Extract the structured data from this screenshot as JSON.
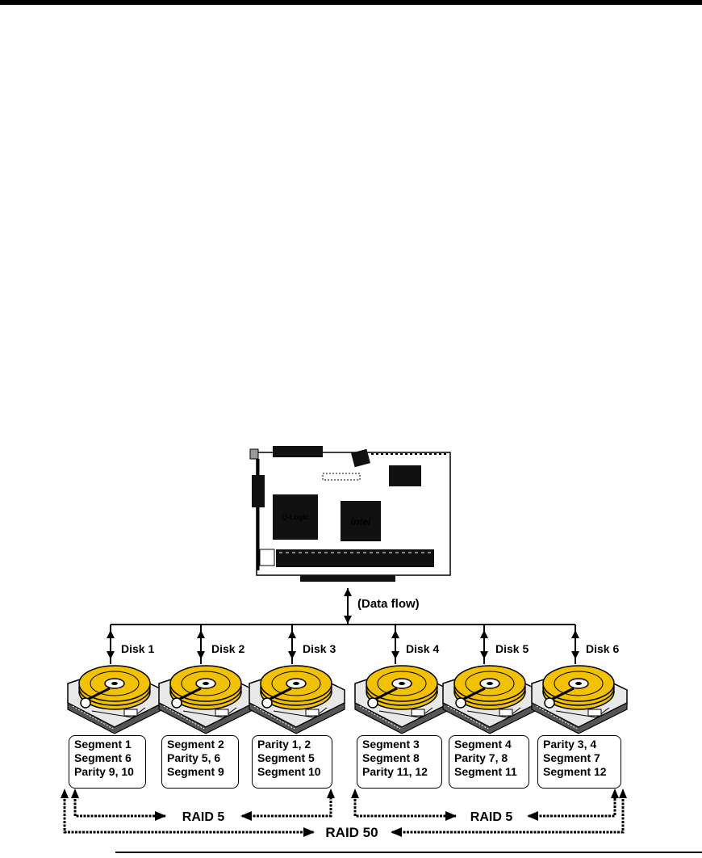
{
  "diagram": {
    "controller": {
      "chip_left_label": "Q-Logic",
      "chip_right_label": "intel"
    },
    "data_flow_label": "(Data flow)",
    "disks": [
      {
        "label": "Disk 1",
        "lines": [
          "Segment 1",
          "Segment 6",
          "Parity 9, 10"
        ]
      },
      {
        "label": "Disk 2",
        "lines": [
          "Segment 2",
          "Parity 5, 6",
          "Segment 9"
        ]
      },
      {
        "label": "Disk 3",
        "lines": [
          "Parity 1, 2",
          "Segment 5",
          "Segment 10"
        ]
      },
      {
        "label": "Disk 4",
        "lines": [
          "Segment 3",
          "Segment 8",
          "Parity 11, 12"
        ]
      },
      {
        "label": "Disk 5",
        "lines": [
          "Segment 4",
          "Parity 7, 8",
          "Segment 11"
        ]
      },
      {
        "label": "Disk 6",
        "lines": [
          "Parity 3, 4",
          "Segment 7",
          "Segment 12"
        ]
      }
    ],
    "raid5_left_label": "RAID 5",
    "raid5_right_label": "RAID 5",
    "raid50_label": "RAID 50",
    "colors": {
      "platter": "#f2c200",
      "line": "#000000",
      "background": "#ffffff"
    }
  }
}
